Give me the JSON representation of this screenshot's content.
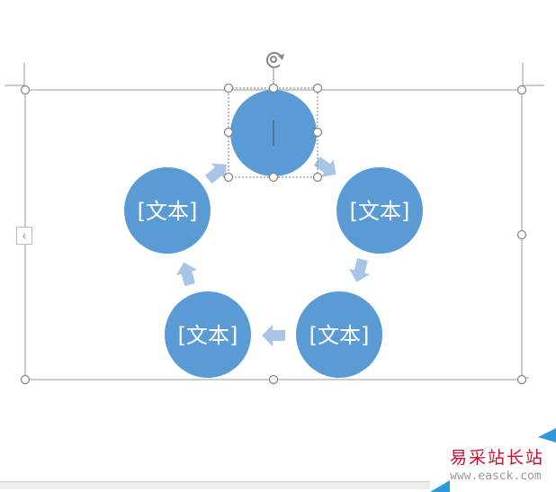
{
  "diagram": {
    "nodes": [
      {
        "label": "",
        "selected": true
      },
      {
        "label": "[文本]"
      },
      {
        "label": "[文本]"
      },
      {
        "label": "[文本]"
      },
      {
        "label": "[文本]"
      }
    ],
    "colors": {
      "circle": "#5b9bd5",
      "arrow": "#a8c4e7",
      "handle": "#888888"
    }
  },
  "watermark": {
    "title": "易采站长站",
    "url": "www.easck.com"
  },
  "collapse_button": {
    "glyph": "‹"
  }
}
